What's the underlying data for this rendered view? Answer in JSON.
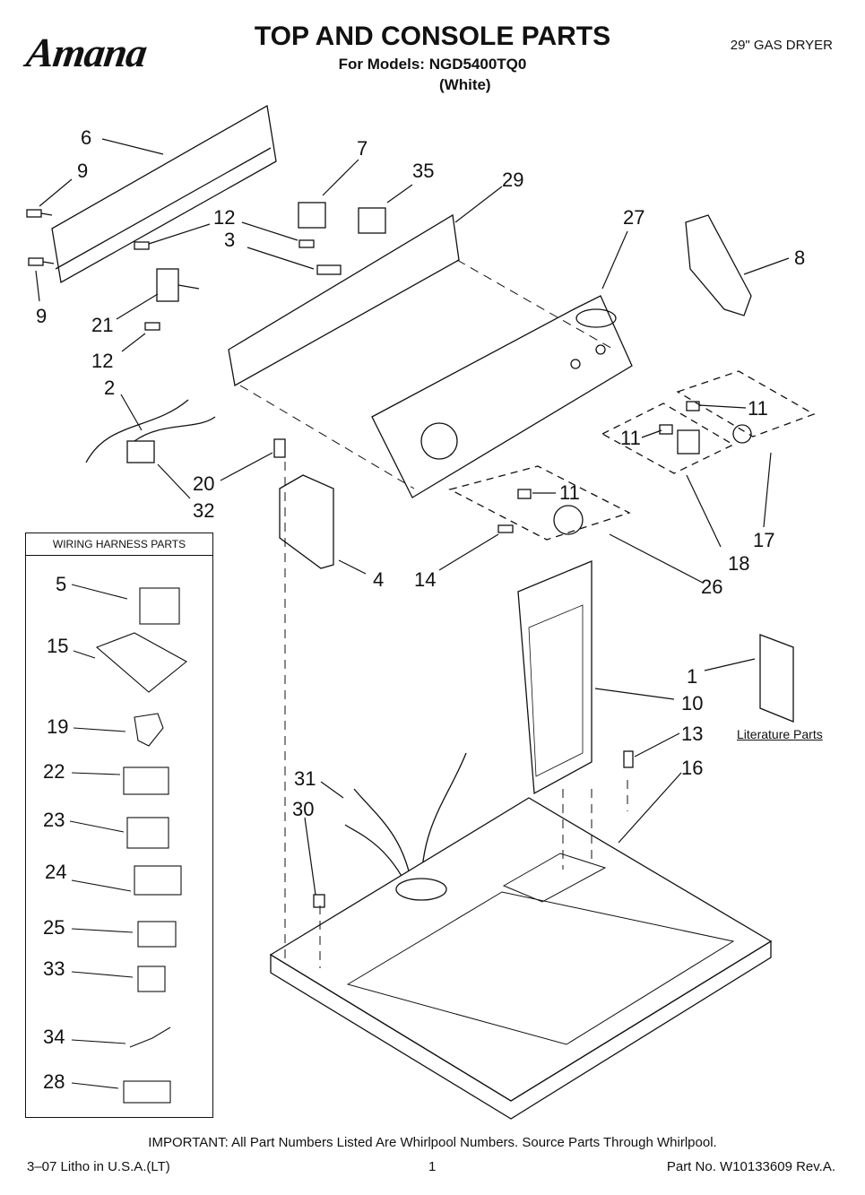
{
  "header": {
    "brand": "Amana",
    "title": "TOP AND CONSOLE PARTS",
    "models": "For Models: NGD5400TQ0",
    "color": "(White)",
    "product": "29\" GAS DRYER"
  },
  "wiring_box": {
    "title": "WIRING HARNESS PARTS"
  },
  "literature_label": "Literature Parts",
  "callouts": [
    {
      "id": "c6",
      "label": "6"
    },
    {
      "id": "c9a",
      "label": "9"
    },
    {
      "id": "c9b",
      "label": "9"
    },
    {
      "id": "c12a",
      "label": "12"
    },
    {
      "id": "c3",
      "label": "3"
    },
    {
      "id": "c21",
      "label": "21"
    },
    {
      "id": "c12b",
      "label": "12"
    },
    {
      "id": "c2",
      "label": "2"
    },
    {
      "id": "c20",
      "label": "20"
    },
    {
      "id": "c32",
      "label": "32"
    },
    {
      "id": "c7",
      "label": "7"
    },
    {
      "id": "c35",
      "label": "35"
    },
    {
      "id": "c29",
      "label": "29"
    },
    {
      "id": "c27",
      "label": "27"
    },
    {
      "id": "c8",
      "label": "8"
    },
    {
      "id": "c11a",
      "label": "11"
    },
    {
      "id": "c11b",
      "label": "11"
    },
    {
      "id": "c11c",
      "label": "11"
    },
    {
      "id": "c17",
      "label": "17"
    },
    {
      "id": "c18",
      "label": "18"
    },
    {
      "id": "c26",
      "label": "26"
    },
    {
      "id": "c4",
      "label": "4"
    },
    {
      "id": "c14",
      "label": "14"
    },
    {
      "id": "c1",
      "label": "1"
    },
    {
      "id": "c10",
      "label": "10"
    },
    {
      "id": "c13",
      "label": "13"
    },
    {
      "id": "c16",
      "label": "16"
    },
    {
      "id": "c31",
      "label": "31"
    },
    {
      "id": "c30",
      "label": "30"
    },
    {
      "id": "c5",
      "label": "5"
    },
    {
      "id": "c15",
      "label": "15"
    },
    {
      "id": "c19",
      "label": "19"
    },
    {
      "id": "c22",
      "label": "22"
    },
    {
      "id": "c23",
      "label": "23"
    },
    {
      "id": "c24",
      "label": "24"
    },
    {
      "id": "c25",
      "label": "25"
    },
    {
      "id": "c33",
      "label": "33"
    },
    {
      "id": "c34",
      "label": "34"
    },
    {
      "id": "c28",
      "label": "28"
    }
  ],
  "footer": {
    "important": "IMPORTANT: All Part Numbers Listed Are Whirlpool Numbers. Source Parts Through Whirlpool.",
    "litho": "3–07 Litho in U.S.A.(LT)",
    "page": "1",
    "part_no": "Part No. W10133609 Rev.A."
  }
}
